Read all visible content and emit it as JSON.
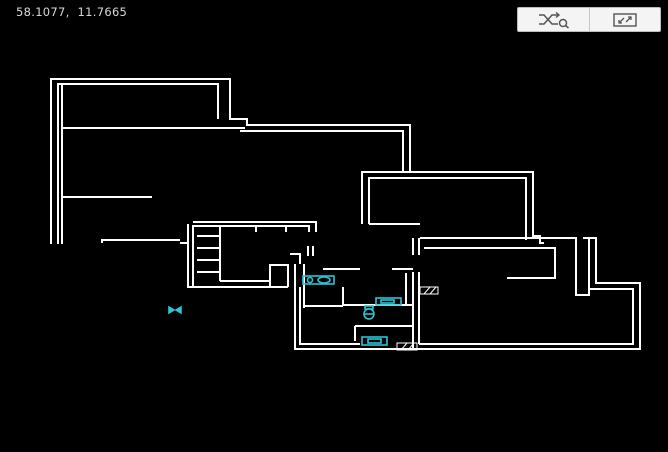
{
  "viewer": {
    "coordinates": "58.1077,  11.7665",
    "background": "#000000",
    "wall_color": "#ffffff",
    "fixture_color": "#29c5d6"
  },
  "toolbar": {
    "buttons": [
      {
        "name": "shuffle-search-button",
        "icon": "shuffle-search-icon"
      },
      {
        "name": "fit-view-button",
        "icon": "fit-view-icon"
      }
    ]
  }
}
